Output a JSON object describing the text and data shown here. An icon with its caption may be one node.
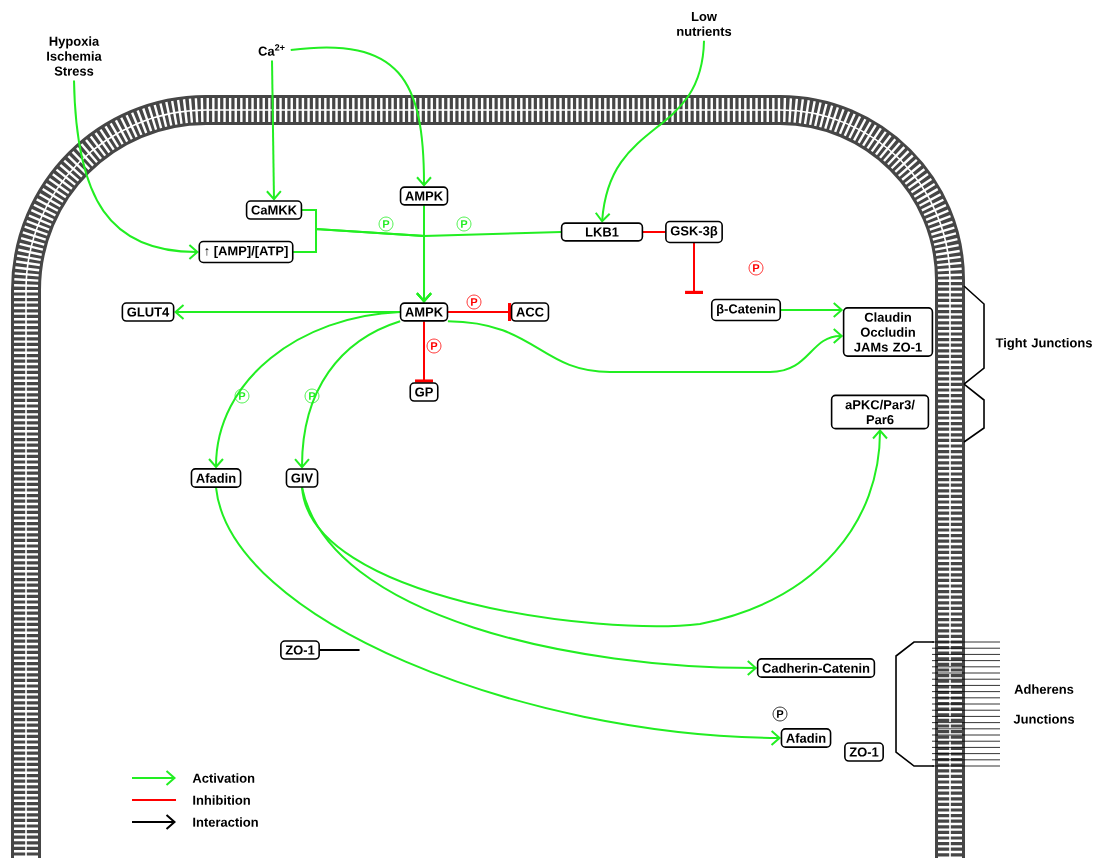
{
  "diagram": {
    "nodes": [
      {
        "text": [
          "Hypoxia Ischemia Stress"
        ]
      },
      {
        "text": [
          "Ca$^{2+}$"
        ]
      },
      {
        "text": [
          "Low nutrients"
        ]
      },
      {
        "text": [
          "CaMKK"
        ]
      },
      {
        "text": [
          "↑ [AMP]/[ATP]"
        ]
      },
      {
        "text": [
          "AMPK"
        ]
      },
      {
        "text": [
          "LKB1"
        ]
      },
      {
        "text": [
          "GSK-3β"
        ]
      },
      {
        "text": [
          "AMPK"
        ]
      },
      {
        "text": [
          "GLUT4"
        ]
      },
      {
        "text": [
          "ACC"
        ]
      },
      {
        "text": [
          "GP"
        ]
      },
      {
        "text": [
          "β-Catenin"
        ]
      },
      {
        "text": [
          "Claudin Occludin JAMs ZO-1"
        ]
      },
      {
        "text": [
          "aPKC/Par3/ Par6"
        ]
      },
      {
        "text": [
          "Afadin"
        ]
      },
      {
        "text": [
          "GIV"
        ]
      },
      {
        "text": [
          "ZO-1"
        ]
      },
      {
        "text": [
          "Cadherin-Catenin"
        ]
      },
      {
        "text": [
          "Afadin"
        ]
      },
      {
        "text": [
          "ZO-1"
        ]
      }
    ],
    "edges": [
      {
        "from": 0,
        "to": 4,
        "arrow": "to"
      },
      {
        "from": 1,
        "to": 3,
        "arrow": "to"
      },
      {
        "from": 1,
        "to": 5,
        "arrow": "to"
      },
      {
        "from": 3,
        "to": 8,
        "arrow": "to"
      },
      {
        "from": 4,
        "to": 8,
        "arrow": "to"
      },
      {
        "from": 5,
        "to": 8,
        "arrow": "to"
      },
      {
        "from": 6,
        "to": 8,
        "arrow": "to"
      },
      {
        "from": 2,
        "to": 6,
        "arrow": "to"
      },
      {
        "from": 6,
        "to": 7,
        "arrow": "none",
        "color": "#ff0000"
      },
      {
        "from": 7,
        "to": 12,
        "arrow": "other",
        "color": "#ff0000"
      },
      {
        "from": 8,
        "to": 10,
        "arrow": "other",
        "color": "#ff0000"
      },
      {
        "from": 8,
        "to": 11,
        "arrow": "other",
        "color": "#ff0000"
      },
      {
        "from": 8,
        "to": 9,
        "arrow": "to"
      },
      {
        "from": 12,
        "to": 13,
        "arrow": "to"
      },
      {
        "from": 8,
        "to": 13,
        "arrow": "to"
      },
      {
        "from": 8,
        "to": 15,
        "arrow": "to"
      },
      {
        "from": 8,
        "to": 16,
        "arrow": "to"
      },
      {
        "from": 16,
        "to": 14,
        "arrow": "to"
      },
      {
        "from": 16,
        "to": 18,
        "arrow": "to"
      },
      {
        "from": 15,
        "to": 19,
        "arrow": "to"
      },
      {
        "from": 17,
        "to": null,
        "arrow": "none",
        "color": "#000000"
      }
    ],
    "labels": [
      "P",
      "P",
      "P",
      "P",
      "P",
      "P",
      "P",
      "P",
      "Tight Junctions",
      "Adherens Junctions"
    ],
    "legend": [
      {
        "text": "Activation"
      },
      {
        "text": "Inhibition"
      },
      {
        "text": "Interaction"
      }
    ]
  }
}
